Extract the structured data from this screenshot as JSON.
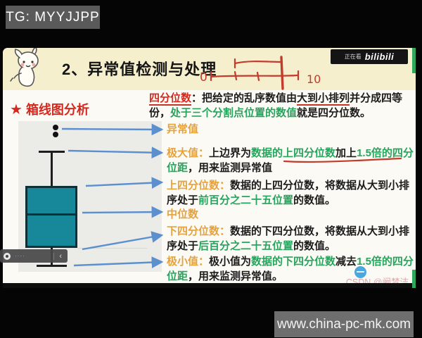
{
  "page": {
    "tg_badge": "TG: MYYJJPP",
    "site_badge": "www.china-pc-mk.com"
  },
  "slide": {
    "title": "2、异常值检测与处理",
    "bilibili": {
      "prefix": "正在看",
      "logo": "bilibili"
    },
    "sketch": {
      "left_label": "0",
      "right_label": "10"
    },
    "quartile": {
      "term": "四分位数",
      "seg_a": "：把给定的乱序数值由",
      "seg_b": "大到小排列",
      "seg_c": "并分成四等",
      "seg_d": "份，",
      "seg_e": "处于三个分割点位置的数值",
      "seg_f": "就是四分位数。"
    },
    "section_star": "★",
    "section_title": "箱线图分析",
    "callouts": {
      "outlier": {
        "term": "异常值"
      },
      "max": {
        "term": "极大值：",
        "t1": "上边界为",
        "g1": "数据的上四分位数",
        "b1": "加上",
        "g2": "1.5倍的四分位距",
        "t2": "，用来监测异常值"
      },
      "q3": {
        "term": "上四分位数：",
        "t1": "数据的上四分位数，将数据从大到小排序处于",
        "g1": "前百分之二十五位置",
        "t2": "的数值。"
      },
      "median": {
        "term": "中位数"
      },
      "q1": {
        "term": "下四分位数：",
        "t1": "数据的下四分位数，将数据从大到小排序处于",
        "g1": "后百分之二十五位置",
        "t2": "的数值。"
      },
      "min": {
        "term": "极小值：",
        "t1": "极小值为",
        "g1": "数据的下四分位数",
        "b1": "减去",
        "g2": "1.5倍的四分位距",
        "t2": "，用来监测异常值。"
      }
    },
    "csdn_watermark": "CSDN @阚梦洁",
    "player_pill": {
      "text": "····",
      "chevron": "‹"
    }
  },
  "colors": {
    "accent_orange": "#e6a23c",
    "accent_green": "#27a45d",
    "accent_red": "#d5281e",
    "arrow_blue": "#5c8fce",
    "box_teal": "#17879a",
    "header_cream": "#f6efcd"
  }
}
